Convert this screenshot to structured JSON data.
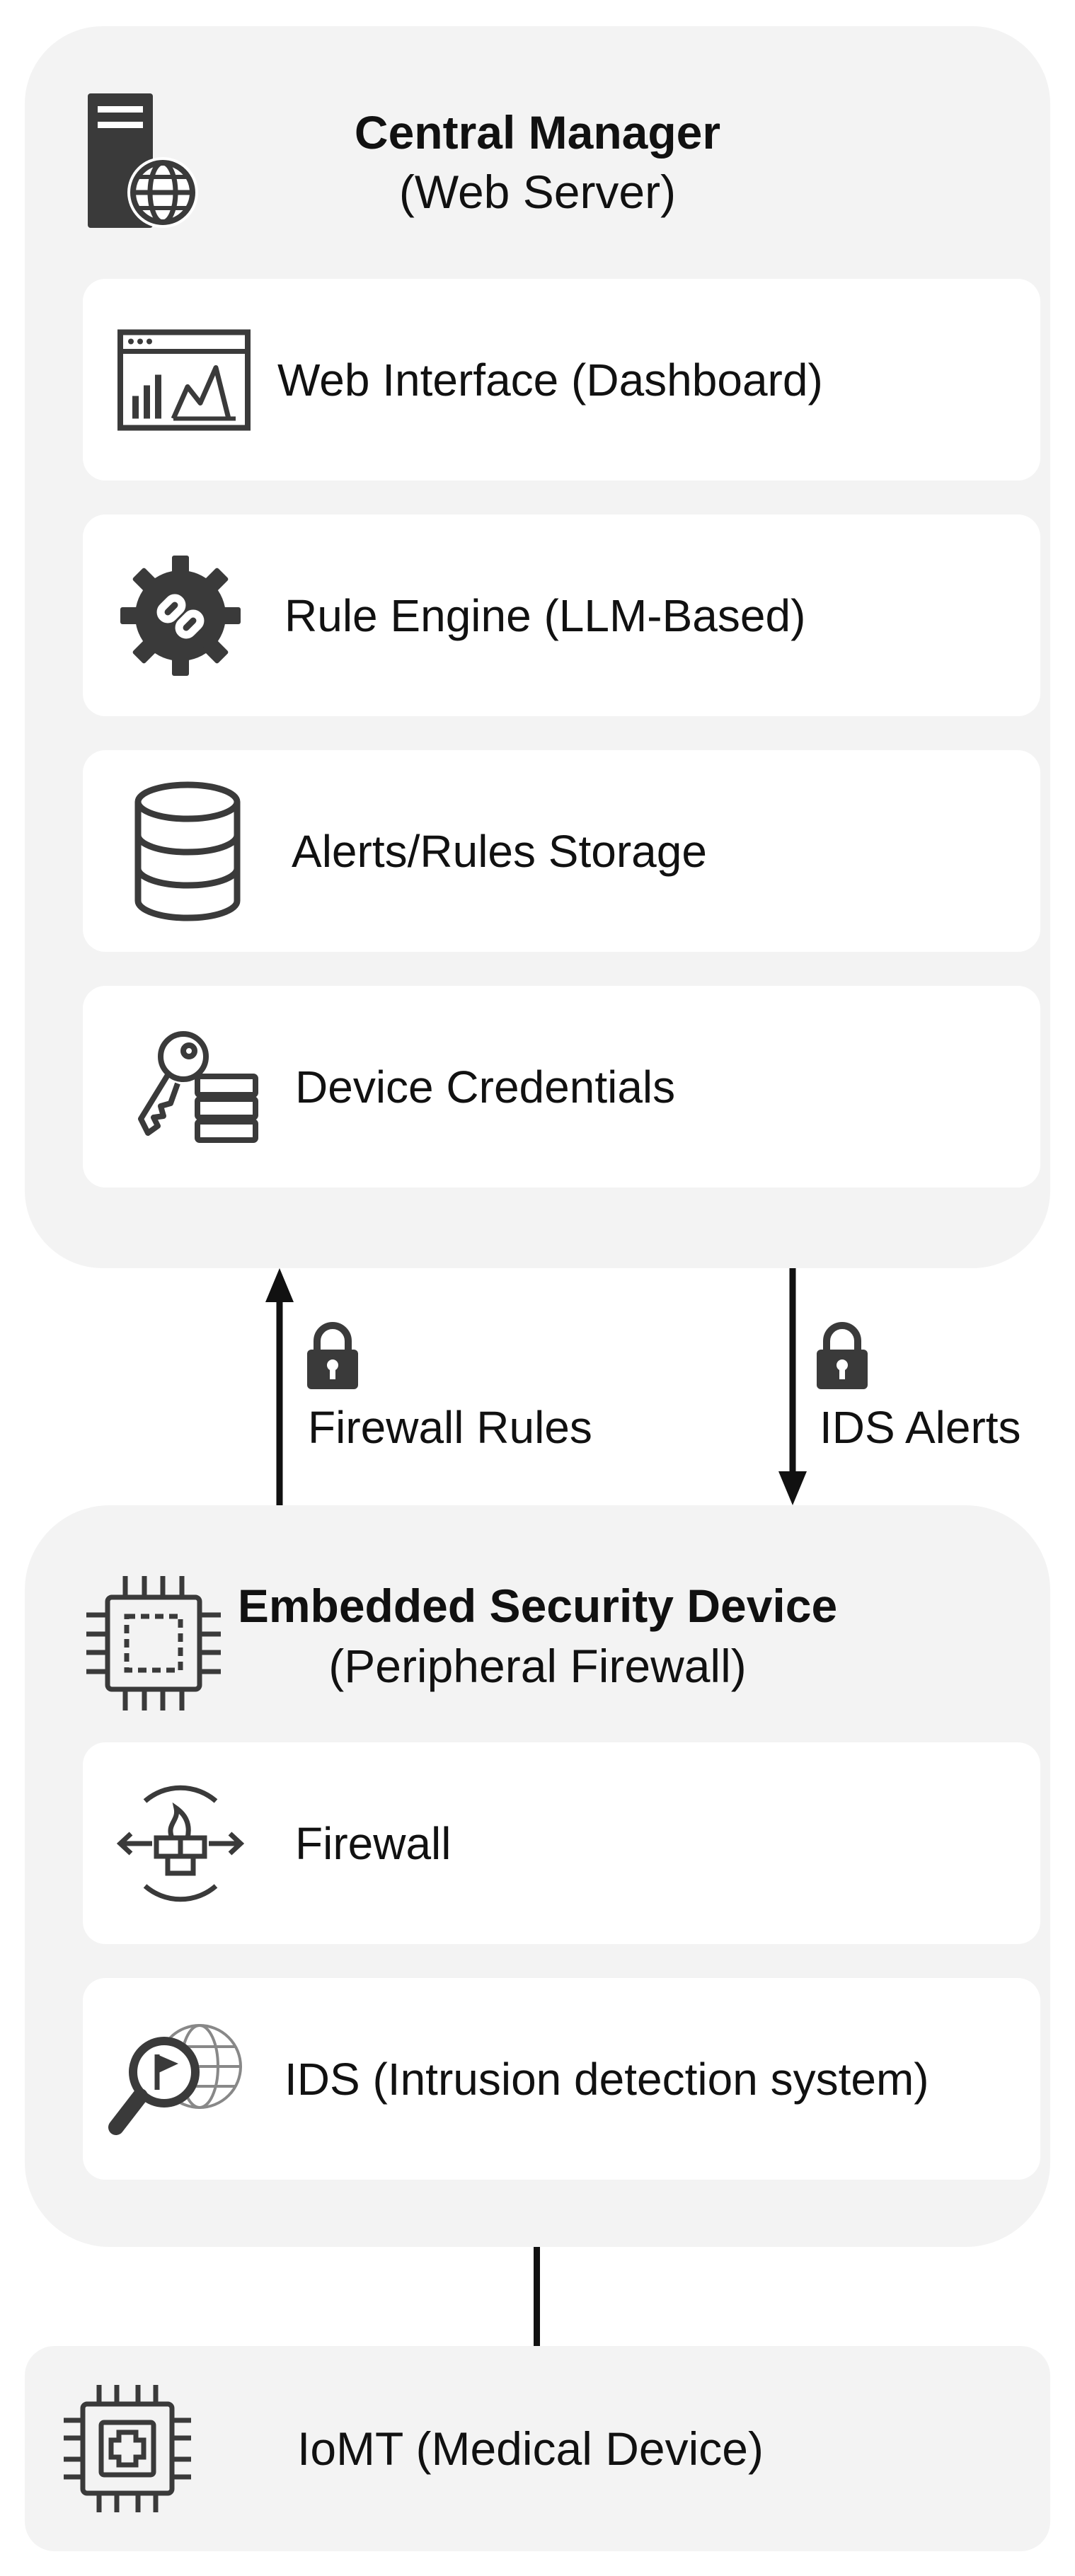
{
  "central_manager": {
    "title": "Central Manager",
    "subtitle": "(Web Server)",
    "components": [
      {
        "label": "Web Interface (Dashboard)",
        "icon": "dashboard-icon"
      },
      {
        "label": "Rule Engine (LLM-Based)",
        "icon": "gear-link-icon"
      },
      {
        "label": "Alerts/Rules Storage",
        "icon": "database-icon"
      },
      {
        "label": "Device Credentials",
        "icon": "key-server-icon"
      }
    ]
  },
  "links": {
    "up_label": "Firewall Rules",
    "down_label": "IDS Alerts"
  },
  "security_device": {
    "title": "Embedded Security Device",
    "subtitle": "(Peripheral Firewall)",
    "components": [
      {
        "label": "Firewall",
        "icon": "firewall-icon"
      },
      {
        "label": "IDS (Intrusion detection system)",
        "icon": "magnifier-globe-icon"
      }
    ]
  },
  "iomt": {
    "label": "IoMT (Medical Device)",
    "icon": "medical-chip-icon"
  },
  "colors": {
    "panel": "#f3f3f3",
    "card": "#ffffff",
    "icon": "#3a3a3a",
    "ink": "#111111"
  }
}
